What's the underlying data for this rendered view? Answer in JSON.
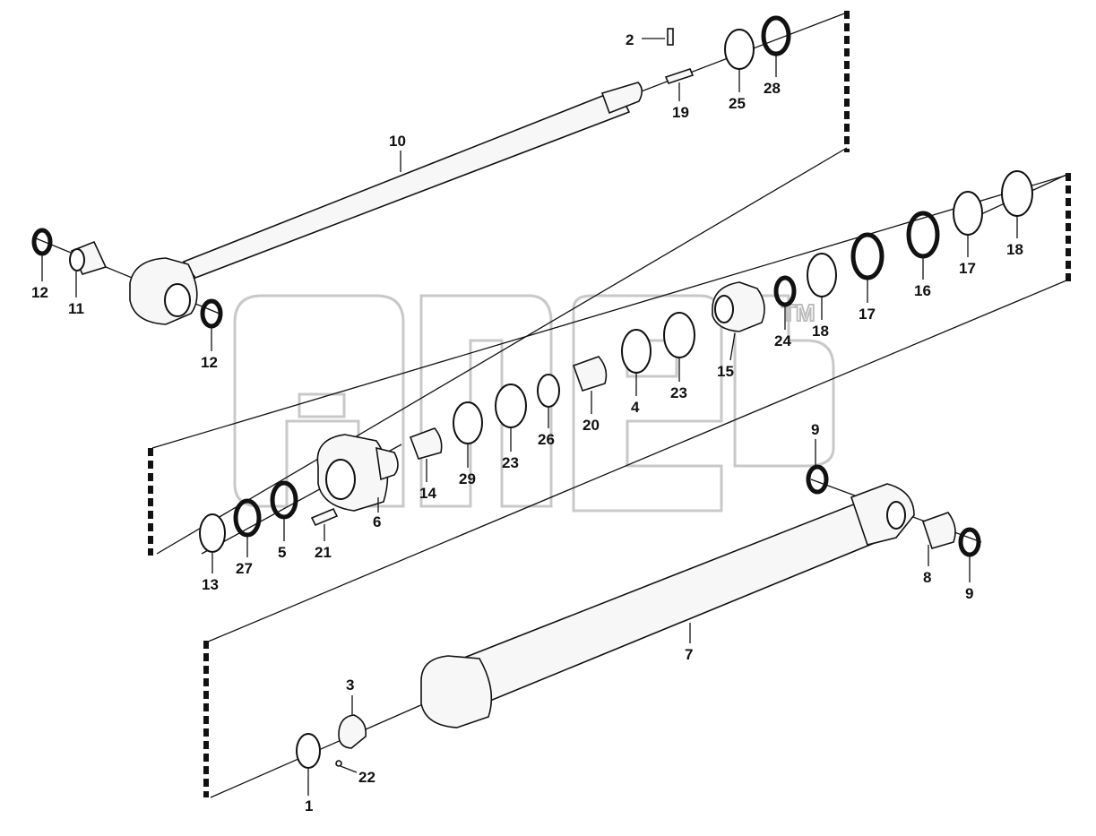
{
  "watermark": {
    "trademark": "TM"
  },
  "labels": {
    "l1": "1",
    "l2": "2",
    "l3": "3",
    "l4": "4",
    "l5": "5",
    "l6": "6",
    "l7": "7",
    "l8": "8",
    "l9a": "9",
    "l9b": "9",
    "l10": "10",
    "l11": "11",
    "l12a": "12",
    "l12b": "12",
    "l13": "13",
    "l14": "14",
    "l15": "15",
    "l16": "16",
    "l17a": "17",
    "l17b": "17",
    "l18a": "18",
    "l18b": "18",
    "l19": "19",
    "l20": "20",
    "l21": "21",
    "l22": "22",
    "l23a": "23",
    "l23b": "23",
    "l24": "24",
    "l25": "25",
    "l26": "26",
    "l27": "27",
    "l28": "28",
    "l29": "29"
  }
}
